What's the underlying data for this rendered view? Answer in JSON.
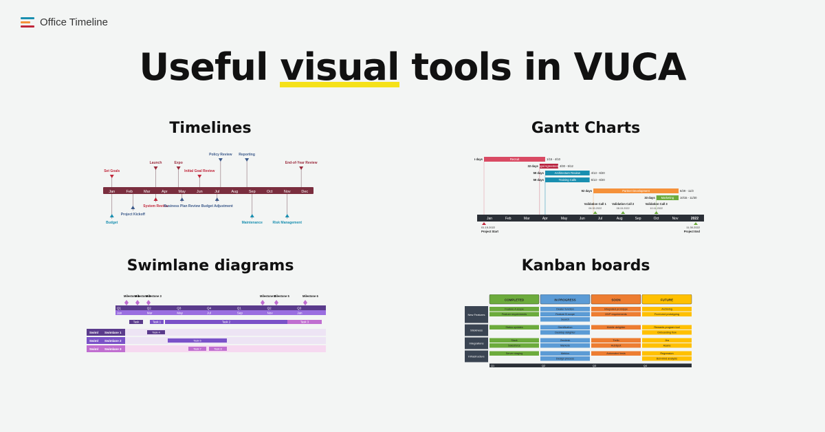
{
  "brand": {
    "name": "Office Timeline"
  },
  "headline": {
    "pre": "Useful ",
    "highlight": "visual",
    "post": " tools in VUCA",
    "highlight_color": "#f5e11a"
  },
  "sections": {
    "timelines": "Timelines",
    "gantt": "Gantt Charts",
    "swimlane": "Swimlane diagrams",
    "kanban": "Kanban boards"
  },
  "timeline": {
    "months": [
      "Jan",
      "Feb",
      "Mar",
      "Apr",
      "May",
      "Jun",
      "Jul",
      "Aug",
      "Sep",
      "Oct",
      "Nov",
      "Dec"
    ],
    "above": [
      {
        "label": "Set Goals",
        "m": 0.0,
        "level": 0,
        "color": "#c0263a"
      },
      {
        "label": "Launch",
        "m": 2.5,
        "level": 1,
        "color": "#9a2a3c"
      },
      {
        "label": "Expo",
        "m": 3.8,
        "level": 1,
        "color": "#9a2a3c"
      },
      {
        "label": "Initial Goal Review",
        "m": 5.0,
        "level": 0,
        "color": "#c0263a"
      },
      {
        "label": "Policy Review",
        "m": 6.2,
        "level": 2,
        "color": "#3c5a8a"
      },
      {
        "label": "Reporting",
        "m": 7.7,
        "level": 2,
        "color": "#3c5a8a"
      },
      {
        "label": "End-of-Year Review",
        "m": 10.8,
        "level": 1,
        "color": "#9a2a3c"
      }
    ],
    "below": [
      {
        "label": "Budget",
        "m": 0.0,
        "level": 2,
        "color": "#1a8fb0"
      },
      {
        "label": "Project Kickoff",
        "m": 1.2,
        "level": 1,
        "color": "#3c5a8a"
      },
      {
        "label": "System Review",
        "m": 2.5,
        "level": 0,
        "color": "#c0263a"
      },
      {
        "label": "Business Plan Review",
        "m": 4.0,
        "level": 0,
        "color": "#3c5a8a"
      },
      {
        "label": "Budget Adjustment",
        "m": 6.0,
        "level": 0,
        "color": "#3c5a8a"
      },
      {
        "label": "Maintenance",
        "m": 8.0,
        "level": 2,
        "color": "#1a8fb0"
      },
      {
        "label": "Risk Management",
        "m": 10.0,
        "level": 2,
        "color": "#1a8fb0"
      }
    ]
  },
  "gantt": {
    "axis_months": [
      "Jan",
      "Feb",
      "Mar",
      "Apr",
      "May",
      "Jun",
      "Jul",
      "Aug",
      "Sep",
      "Oct",
      "Nov"
    ],
    "axis_year": "2022",
    "tasks": [
      {
        "label": "Recruit",
        "days": "75 days",
        "range": "1/15 - 4/10",
        "start": 0.0,
        "end": 3.3,
        "color": "#d94a63"
      },
      {
        "label": "Legal Agreements",
        "days": "32 days",
        "range": "4/30 - 5/12",
        "start": 3.0,
        "end": 4.0,
        "color": "#b8223e"
      },
      {
        "label": "Architecture Review",
        "days": "59 days",
        "range": "4/13 - 6/20",
        "start": 3.3,
        "end": 5.7,
        "color": "#1a8fb0"
      },
      {
        "label": "Training Calls",
        "days": "59 days",
        "range": "5/13 - 6/20",
        "start": 3.3,
        "end": 5.7,
        "color": "#1a8fb0"
      },
      {
        "label": "Partner Development",
        "days": "92 days",
        "range": "6/29 - 11/3",
        "start": 5.9,
        "end": 10.5,
        "color": "#f5913a"
      },
      {
        "label": "Marketing",
        "days": "33 days",
        "range": "10/15 - 11/30",
        "start": 9.3,
        "end": 10.5,
        "color": "#6cab3c"
      }
    ],
    "milestones": [
      {
        "label": "Validation Call 1",
        "date": "06.30.2022",
        "m": 6.0
      },
      {
        "label": "Validation Call 2",
        "date": "08.15.2022",
        "m": 7.5
      },
      {
        "label": "Validation Call 3",
        "date": "10.11.2022",
        "m": 9.3
      }
    ],
    "start": {
      "date": "01.15.2022",
      "label": "Project Start"
    },
    "end": {
      "date": "11.30.2022",
      "label": "Project End"
    }
  },
  "swimlane": {
    "quarters": [
      "Q1",
      "Q2",
      "Q3",
      "Q4",
      "Q1",
      "Q2",
      "Q3"
    ],
    "months": [
      "Jan",
      "Mar",
      "May",
      "Jul",
      "Sep",
      "Nov",
      "Jan"
    ],
    "milestones_top": [
      "Milestone 1",
      "Milestone 2",
      "Milestone 3",
      "Milestone 4",
      "Milestone 5",
      "Milestone 6"
    ],
    "tasks_top": [
      "Task",
      "Task 1",
      "Task 2",
      "Task 3"
    ],
    "lanes": [
      {
        "group": "Swiml",
        "name": "Swimlane 1",
        "tasks": [
          "Task 4"
        ],
        "color": "#5a3b8c"
      },
      {
        "group": "Swiml",
        "name": "Swimlane 2",
        "tasks": [
          "Task 6"
        ],
        "color": "#7a52c8"
      },
      {
        "group": "Swiml",
        "name": "Swimlane 3",
        "tasks": [
          "Task 7",
          "Task 8"
        ],
        "color": "#c06ed0"
      }
    ]
  },
  "kanban": {
    "columns": [
      {
        "label": "COMPLETED",
        "color": "#6cab3c"
      },
      {
        "label": "IN PROGRESS",
        "color": "#5b9bd5"
      },
      {
        "label": "SOON",
        "color": "#ed7d31"
      },
      {
        "label": "FUTURE",
        "color": "#ffc000"
      }
    ],
    "rows": [
      {
        "label": "New Features",
        "cells": [
          [
            "Feature A scope",
            "Feature requirements"
          ],
          [
            "Dealer function",
            "Feature B scope",
            "Search"
          ],
          [
            "Integrated prototype",
            "MVP requirements"
          ],
          [
            "Archiving",
            "Front-end prototyping"
          ]
        ]
      },
      {
        "label": "Stickiness",
        "cells": [
          [
            "Status updates"
          ],
          [
            "Gamification",
            "Desktop delighter"
          ],
          [
            "Mobile delighter"
          ],
          [
            "Rewards program tool",
            "Onboarding flow"
          ]
        ]
      },
      {
        "label": "Integrations",
        "cells": [
          [
            "Slack",
            "Salesforce"
          ],
          [
            "Zendesk",
            "Marketo"
          ],
          [
            "Trello",
            "HubSpot"
          ],
          [
            "Jira",
            "Asana"
          ]
        ]
      },
      {
        "label": "Infrastructure",
        "cells": [
          [
            "Server staging"
          ],
          [
            "Metrics",
            "Design process"
          ],
          [
            "Automated tests"
          ],
          [
            "Regression",
            "Bot-mind analysis"
          ]
        ]
      }
    ],
    "footer": [
      "Q1",
      "Q2",
      "Q3",
      "Q4"
    ]
  }
}
